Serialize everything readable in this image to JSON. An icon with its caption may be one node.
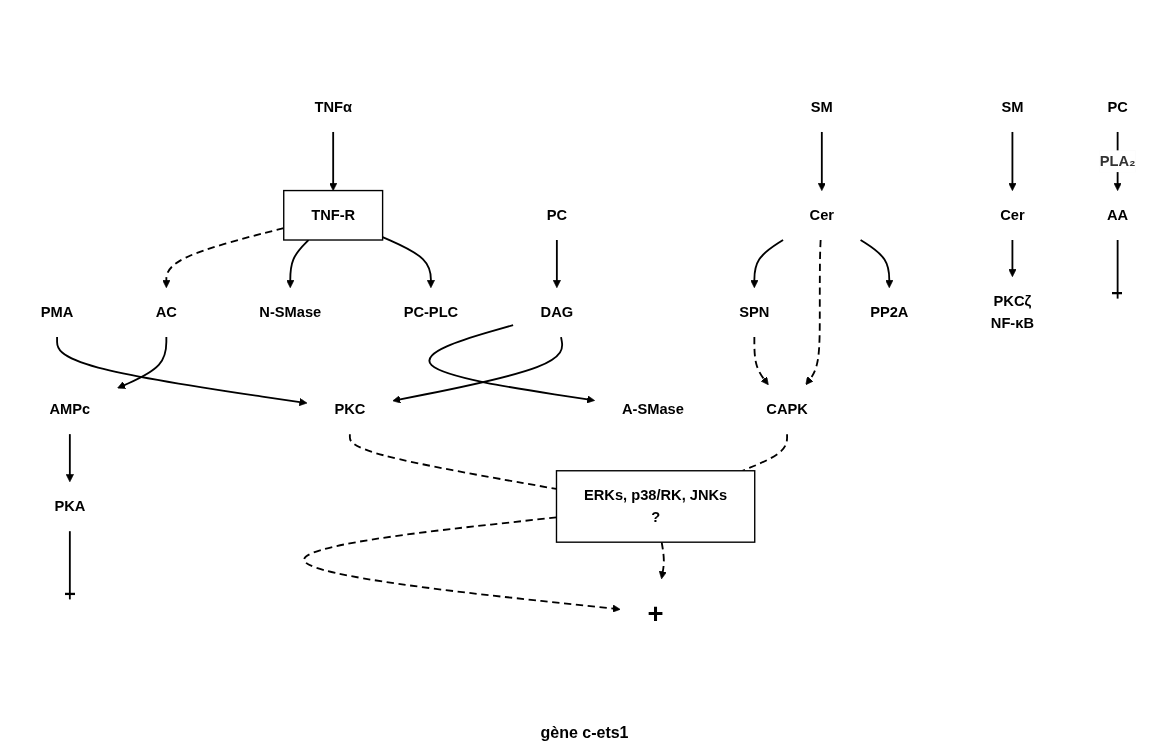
{
  "diagram": {
    "nodes": [
      {
        "text": [
          "TNFα"
        ]
      },
      {
        "text": [
          "TNF-R"
        ]
      },
      {
        "text": [
          "PMA"
        ]
      },
      {
        "text": [
          "PC"
        ]
      },
      {
        "text": [
          "SM"
        ]
      },
      {
        "text": [
          "PC"
        ]
      },
      {
        "text": [
          "AC"
        ]
      },
      {
        "text": [
          "N-SMase"
        ]
      },
      {
        "text": [
          "PC-PLC"
        ]
      },
      {
        "text": [
          "A-SMase"
        ]
      },
      {
        "text": [
          "SM"
        ]
      },
      {
        "text": [
          "AMPc"
        ]
      },
      {
        "text": [
          "AA"
        ]
      },
      {
        "text": [
          "SPN"
        ]
      },
      {
        "text": [
          "Cer"
        ]
      },
      {
        "text": [
          "Cer"
        ]
      },
      {
        "text": [
          "DAG"
        ]
      },
      {
        "text": [
          "PKA"
        ]
      },
      {
        "text": [
          "CAPK"
        ]
      },
      {
        "text": [
          "PP2A"
        ]
      },
      {
        "text": [
          "PKCζ",
          "NF-κB"
        ]
      },
      {
        "text": [
          "PKC"
        ]
      },
      {
        "text": [
          "ERKs, p38/RK, JNKs",
          "?"
        ]
      },
      {
        "text": [
          "+"
        ]
      }
    ],
    "edges": [
      {
        "from": 0,
        "to": 1,
        "arrow": "to"
      },
      {
        "from": 1,
        "to": 6,
        "arrow": "to",
        "style": "dashed"
      },
      {
        "from": 1,
        "to": 7,
        "arrow": "to"
      },
      {
        "from": 1,
        "to": 8,
        "arrow": "to"
      },
      {
        "from": 2,
        "to": 21,
        "arrow": "to"
      },
      {
        "from": 3,
        "to": 12,
        "arrow": "to",
        "label": "PLA₂"
      },
      {
        "from": 4,
        "to": 14,
        "arrow": "to"
      },
      {
        "from": 5,
        "to": 16,
        "arrow": "to"
      },
      {
        "from": 6,
        "to": 11,
        "arrow": "to"
      },
      {
        "from": 11,
        "to": 17,
        "arrow": "to"
      },
      {
        "from": 14,
        "to": 13,
        "arrow": "to"
      },
      {
        "from": 13,
        "to": 18,
        "arrow": "to",
        "style": "dashed"
      },
      {
        "from": 14,
        "to": 18,
        "arrow": "to",
        "style": "dashed"
      },
      {
        "from": 14,
        "to": 19,
        "arrow": "to"
      },
      {
        "from": 16,
        "to": 9,
        "arrow": "to"
      },
      {
        "from": 10,
        "to": 15,
        "arrow": "to"
      },
      {
        "from": 15,
        "to": 20,
        "arrow": "to"
      },
      {
        "from": 16,
        "to": 21,
        "arrow": "to"
      },
      {
        "from": 12,
        "to": null,
        "arrow": "other"
      },
      {
        "from": 17,
        "to": null,
        "arrow": "other"
      },
      {
        "from": 18,
        "to": 22,
        "arrow": "none",
        "style": "dashed"
      },
      {
        "from": 21,
        "to": 22,
        "arrow": "none",
        "style": "dashed"
      },
      {
        "from": 22,
        "to": 23,
        "arrow": "to",
        "style": "dashed"
      },
      {
        "from": 22,
        "to": 23,
        "arrow": "to",
        "style": "dashed"
      }
    ],
    "labels": [
      "gène c-ets1"
    ]
  }
}
